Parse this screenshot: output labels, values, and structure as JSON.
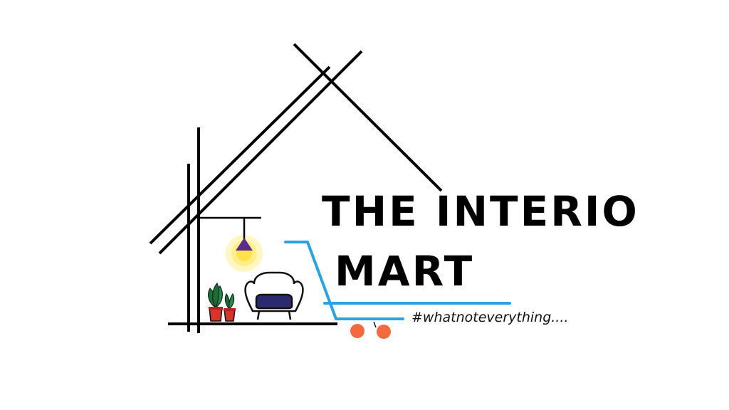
{
  "brand": {
    "line1": "THE INTERIO",
    "line2": "MART",
    "tagline": "#whatnoteverything...."
  },
  "colors": {
    "background": "#ffffff",
    "ink": "#000000",
    "cart": "#2aa3e0",
    "wheel": "#f26a3d",
    "lamp_shade": "#5b2b8c",
    "lamp_glow": "#ffe96b",
    "chair_cushion": "#2b2a6e",
    "pot": "#d8342c",
    "leaf": "#1f6b3a"
  },
  "icons": [
    "house-outline-icon",
    "pendant-lamp-icon",
    "armchair-icon",
    "potted-plant-icon",
    "shopping-cart-icon"
  ]
}
